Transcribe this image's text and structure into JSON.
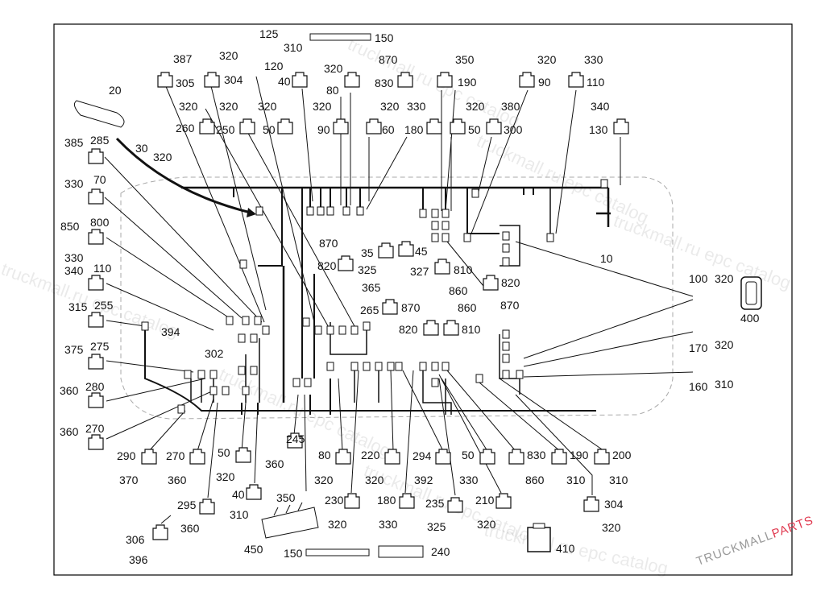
{
  "diagram": {
    "type": "wiring-harness-parts-diagram",
    "colors": {
      "line": "#111111",
      "frame": "#000000",
      "logo_accent": "#e0394f",
      "logo_gray": "#9a9a9a"
    }
  },
  "watermark": "truckmall.ru epc catalog",
  "logo": {
    "text_main": "TRUCKMALL",
    "text_accent": "PARTS"
  },
  "labels": [
    "125",
    "310",
    "150",
    "387",
    "320",
    "120",
    "305",
    "304",
    "40",
    "320",
    "870",
    "830",
    "350",
    "190",
    "320",
    "90",
    "330",
    "110",
    "80",
    "20",
    "320",
    "320",
    "320",
    "320",
    "320",
    "330",
    "320",
    "380",
    "340",
    "260",
    "250",
    "50",
    "90",
    "60",
    "180",
    "50",
    "300",
    "130",
    "30",
    "320",
    "385",
    "285",
    "330",
    "70",
    "850",
    "800",
    "330",
    "340",
    "110",
    "315",
    "255",
    "394",
    "302",
    "375",
    "275",
    "360",
    "280",
    "360",
    "270",
    "10",
    "100",
    "320",
    "400",
    "170",
    "320",
    "160",
    "310",
    "870",
    "820",
    "35",
    "45",
    "325",
    "327",
    "810",
    "820",
    "860",
    "870",
    "365",
    "265",
    "870",
    "860",
    "820",
    "810",
    "245",
    "360",
    "290",
    "270",
    "50",
    "80",
    "220",
    "294",
    "50",
    "830",
    "190",
    "200",
    "370",
    "360",
    "320",
    "320",
    "320",
    "392",
    "330",
    "860",
    "310",
    "310",
    "40",
    "350",
    "230",
    "180",
    "235",
    "210",
    "304",
    "295",
    "310",
    "320",
    "330",
    "325",
    "320",
    "320",
    "360",
    "306",
    "396",
    "450",
    "150",
    "240",
    "410"
  ]
}
